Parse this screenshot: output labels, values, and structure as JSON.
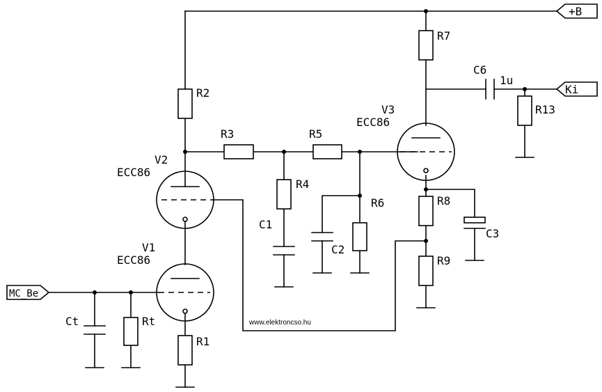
{
  "ports": {
    "plus_b": "+B",
    "ki": "Ki",
    "mc_be": "MC_Be"
  },
  "tubes": {
    "v1": {
      "name": "V1",
      "type": "ECC86"
    },
    "v2": {
      "name": "V2",
      "type": "ECC86"
    },
    "v3": {
      "name": "V3",
      "type": "ECC86"
    }
  },
  "resistors": {
    "r1": "R1",
    "r2": "R2",
    "r3": "R3",
    "r4": "R4",
    "r5": "R5",
    "r6": "R6",
    "r7": "R7",
    "r8": "R8",
    "r9": "R9",
    "r13": "R13",
    "rt": "Rt"
  },
  "capacitors": {
    "c1": "C1",
    "c2": "C2",
    "c3": "C3",
    "c6": "C6",
    "c6_value": "1u",
    "ct": "Ct"
  },
  "watermark": "www.elektroncso.hu"
}
